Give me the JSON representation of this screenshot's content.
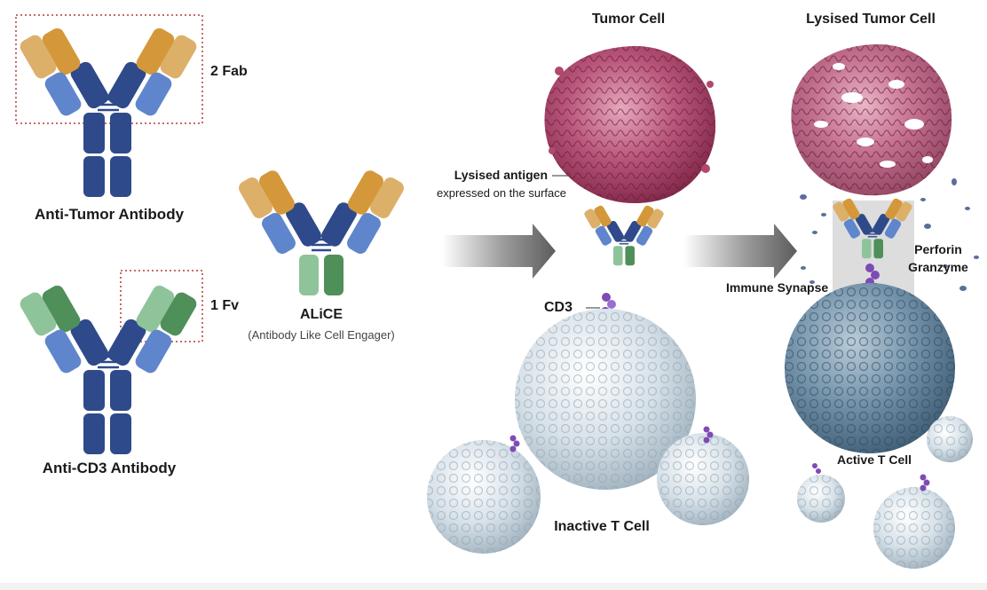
{
  "labels": {
    "two_fab": "2 Fab",
    "anti_tumor": "Anti-Tumor Antibody",
    "one_fv": "1 Fv",
    "anti_cd3": "Anti-CD3 Antibody",
    "alice_title": "ALiCE",
    "alice_sub": "(Antibody Like Cell Engager)",
    "tumor_cell": "Tumor Cell",
    "lysised_antigen": "Lysised antigen",
    "expressed_surface": "expressed on the surface",
    "cd3": "CD3",
    "inactive_t_cell": "Inactive T Cell",
    "lysised_tumor_cell": "Lysised Tumor Cell",
    "perforin": "Perforin",
    "granzyme": "Granzyme",
    "immune_synapse": "Immune Synapse",
    "active_t_cell": "Active T Cell"
  },
  "colors": {
    "heavy_chain": "#2f4a8a",
    "light_chain": "#5f86cc",
    "anti_tumor_heavy": "#d4983a",
    "anti_tumor_light": "#ddb06a",
    "anti_cd3_dark": "#4f8f5a",
    "anti_cd3_light": "#8fc49a",
    "tumor_cell": "#b0496e",
    "t_cell": "#c5d3dc",
    "active_t_cell": "#6e8ea6",
    "cd3_receptor": "#7e4bb5",
    "dashed_box": "#b53a3a",
    "arrow": "#6e6e6e"
  }
}
